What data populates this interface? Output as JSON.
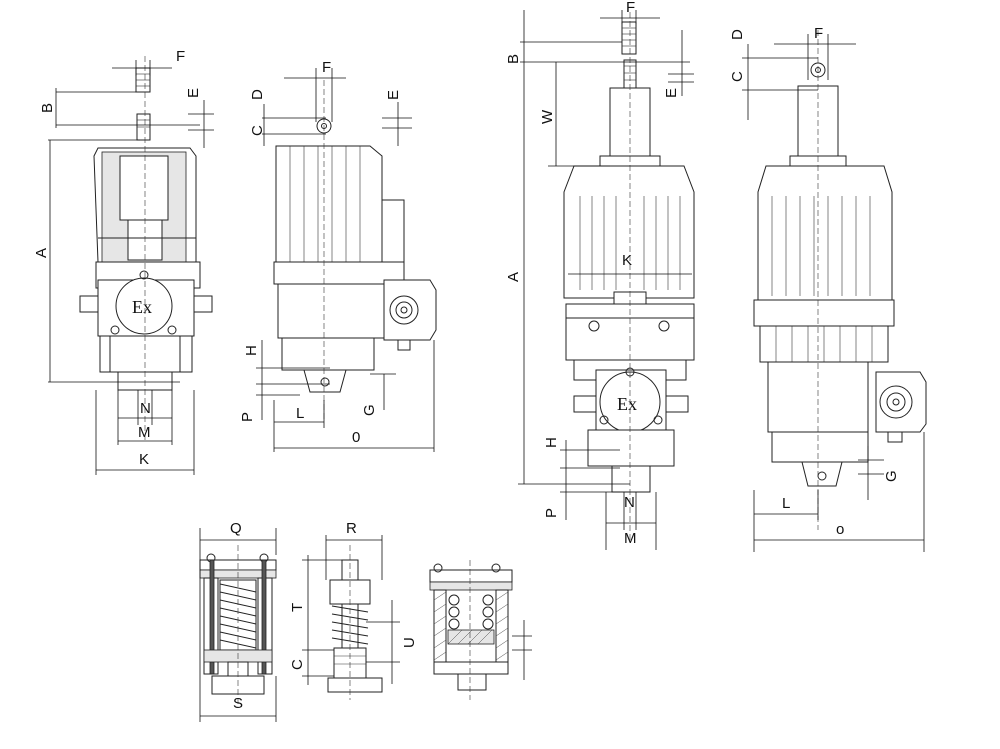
{
  "labels": {
    "f1": "F",
    "b1": "B",
    "e1": "E",
    "a1": "A",
    "n1": "N",
    "m1": "M",
    "k1": "K",
    "f2": "F",
    "d2": "D",
    "c2": "C",
    "e2": "E",
    "h2": "H",
    "p2": "P",
    "l2": "L",
    "g2": "G",
    "o2": "0",
    "f3": "F",
    "b3": "B",
    "e3": "E",
    "w3": "W",
    "a3": "A",
    "k3": "K",
    "h3": "H",
    "p3": "P",
    "n3": "N",
    "m3": "M",
    "f4": "F",
    "d4": "D",
    "c4": "C",
    "l4": "L",
    "g4": "G",
    "o4": "o",
    "q5": "Q",
    "s5": "S",
    "r6": "R",
    "t6": "T",
    "c6": "C",
    "u6": "U"
  },
  "ex_mark": "Ex"
}
